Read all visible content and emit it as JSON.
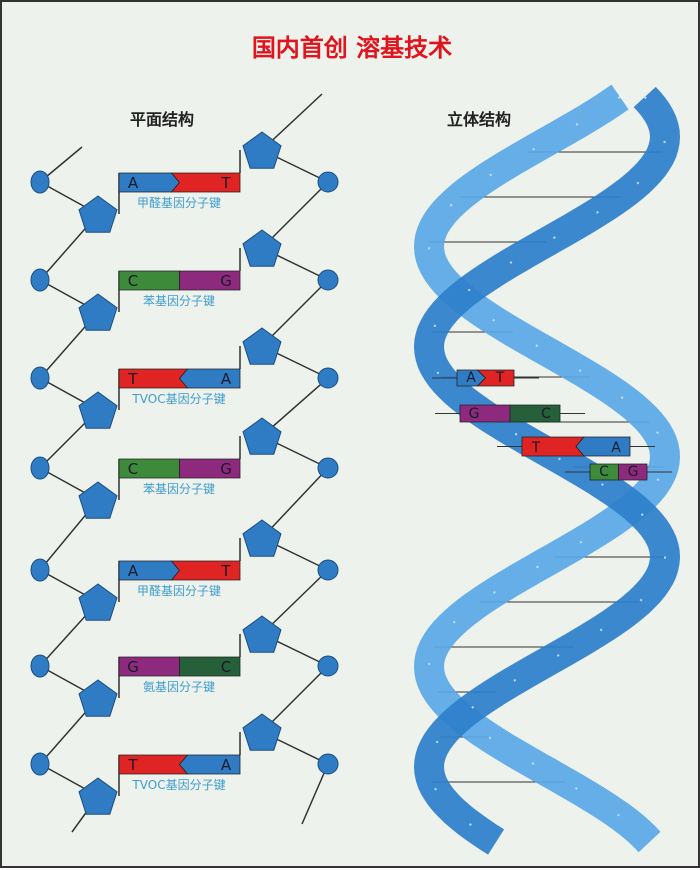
{
  "title": "国内首创 溶基技术",
  "left_heading": "平面结构",
  "right_heading": "立体结构",
  "colors": {
    "A": "#2f7cc4",
    "T": "#e02424",
    "C": "#3d8a3a",
    "G": "#8e2a7e",
    "Cdark": "#25603a",
    "backbone": "#2f7cc4",
    "label": "#3f9ccf"
  },
  "flat_rows": [
    {
      "left": "A",
      "right": "T",
      "label": "甲醛基因分子键"
    },
    {
      "left": "C",
      "right": "G",
      "label": "苯基因分子键"
    },
    {
      "left": "T",
      "right": "A",
      "label": "TVOC基因分子键"
    },
    {
      "left": "C",
      "right": "G",
      "label": "苯基因分子键"
    },
    {
      "left": "A",
      "right": "T",
      "label": "甲醛基因分子键"
    },
    {
      "left": "G",
      "right": "C",
      "label": "氨基因分子键"
    },
    {
      "left": "T",
      "right": "A",
      "label": "TVOC基因分子键"
    }
  ],
  "helix_pairs": [
    {
      "left": "A",
      "right": "T"
    },
    {
      "left": "G",
      "right": "C"
    },
    {
      "left": "T",
      "right": "A"
    },
    {
      "left": "C",
      "right": "G"
    }
  ]
}
